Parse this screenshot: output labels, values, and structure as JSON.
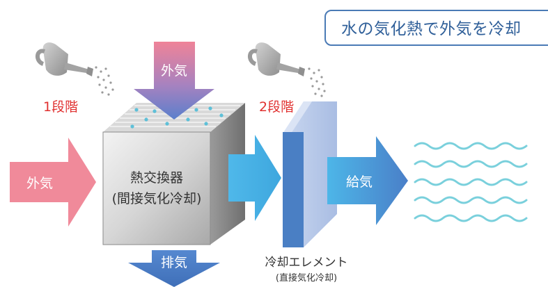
{
  "callout": {
    "text": "水の気化熱で外気を冷却"
  },
  "stages": {
    "stage1": "1段階",
    "stage2": "2段階"
  },
  "arrows": {
    "intake_top": "外気",
    "intake_left": "外気",
    "exhaust": "排気",
    "supply": "給気"
  },
  "heat_exchanger": {
    "line1": "熱交換器",
    "line2": "(間接気化冷却)"
  },
  "cooling_element": {
    "line1": "冷却エレメント",
    "line2": "(直接気化冷却)"
  },
  "colors": {
    "intake_pink": "#f08a9a",
    "exhaust_blue": "#4a7dc4",
    "supply_blue": "#49b0e4",
    "stage_red": "#e0302f",
    "callout_blue": "#2f5f99",
    "wave_teal": "#7ad0dc"
  },
  "icons": [
    "watering-can-icon",
    "watering-can-icon"
  ]
}
